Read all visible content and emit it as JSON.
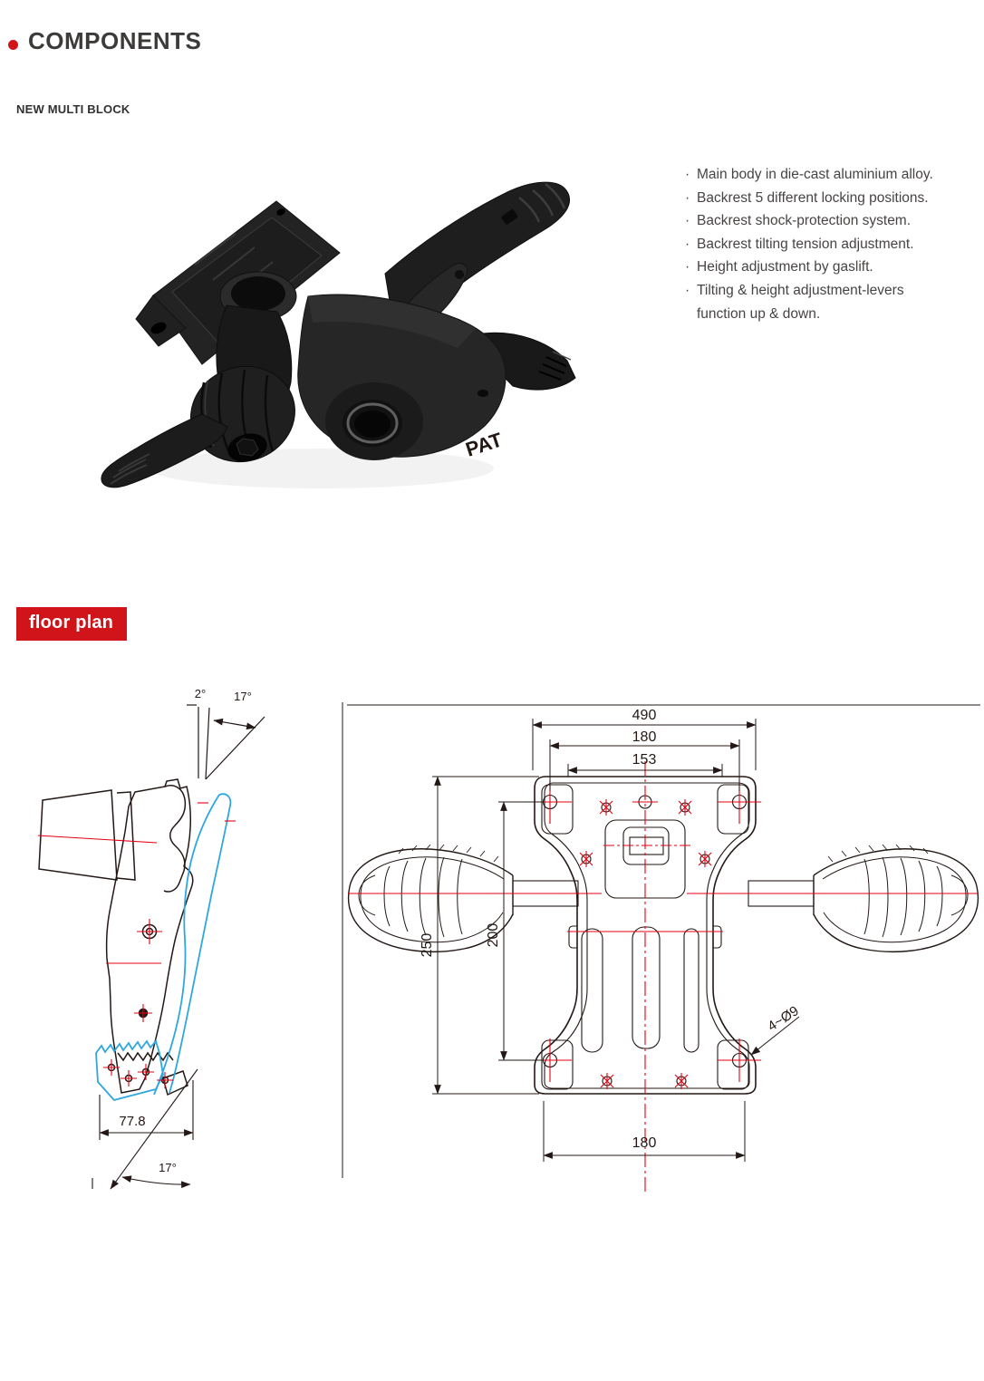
{
  "header": {
    "title": "COMPONENTS"
  },
  "product": {
    "name": "NEW MULTI BLOCK",
    "embossed_text": "PAT"
  },
  "features": {
    "items": [
      {
        "bullet": "·",
        "text": "Main body in die-cast aluminium alloy."
      },
      {
        "bullet": "·",
        "text": "Backrest 5 different locking positions."
      },
      {
        "bullet": "·",
        "text": "Backrest shock-protection system."
      },
      {
        "bullet": "·",
        "text": "Backrest tilting tension adjustment."
      },
      {
        "bullet": "·",
        "text": "Height adjustment by gaslift."
      },
      {
        "bullet": "·",
        "text": "Tilting & height adjustment-levers"
      },
      {
        "bullet": "",
        "text": "function up & down."
      }
    ]
  },
  "floor_plan": {
    "badge_label": "floor plan",
    "badge_bg": "#d0141a",
    "badge_text_color": "#ffffff"
  },
  "side_view": {
    "angle_top_first": "2°",
    "angle_top_second": "17°",
    "dim_width": "77.8",
    "angle_bottom": "17°"
  },
  "top_view": {
    "dim_overall_width": "490",
    "dim_hole_span_top": "180",
    "dim_inner_span": "153",
    "dim_overall_depth": "250",
    "dim_hole_span_side": "200",
    "dim_hole_span_bottom": "180",
    "holes_note": "4~Ø9"
  },
  "drawing_colors": {
    "line_black": "#231815",
    "centerline_red": "#e60012",
    "overlay_blue": "#2ea7e0",
    "accent_red": "#d0141a"
  }
}
